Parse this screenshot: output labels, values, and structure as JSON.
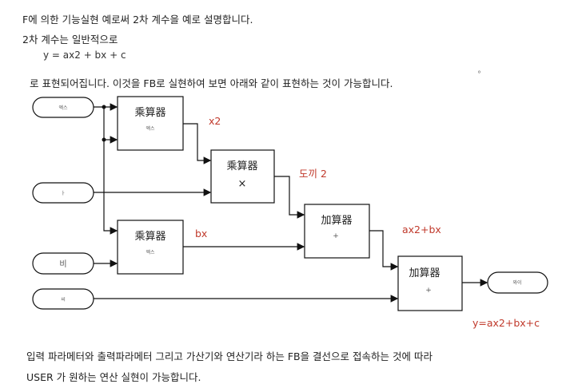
{
  "text": {
    "line1": "F에 의한 기능실현 예로써 2차 계수을 예로 설명합니다.",
    "line2": "2차 계수는 일반적으로",
    "formula": "y = ax2 + bx + c",
    "line3": "로 표현되어집니다. 이것을 FB로 실현하여 보면 아래와 같이 표현하는 것이 가능합니다.",
    "mark": "°",
    "bottom1": "입력 파라메터와 출력파라메터 그리고 가산기와 연산기라 하는 FB을 결선으로 접속하는 것에 따라",
    "bottom2": "USER 가 원하는 연산 실현이 가능합니다."
  },
  "diagram": {
    "inputs": {
      "x": "엑스",
      "a": "ㅏ",
      "b": "비",
      "c": "씨"
    },
    "output": "와이",
    "blocks": {
      "mult1": {
        "title": "乘算器",
        "sub": "엑스"
      },
      "mult2": {
        "title": "乘算器",
        "sub": "×"
      },
      "mult3": {
        "title": "乘算器",
        "sub": "엑스"
      },
      "add1": {
        "title": "加算器",
        "sub": "+"
      },
      "add2": {
        "title": "加算器",
        "sub": "+"
      }
    },
    "annotations": {
      "x2": "x2",
      "ax2": "도끼 2",
      "bx": "bx",
      "ax2bx": "ax2+bx",
      "result": "y=ax2+bx+c"
    },
    "annotation_color": "#c0392b"
  }
}
